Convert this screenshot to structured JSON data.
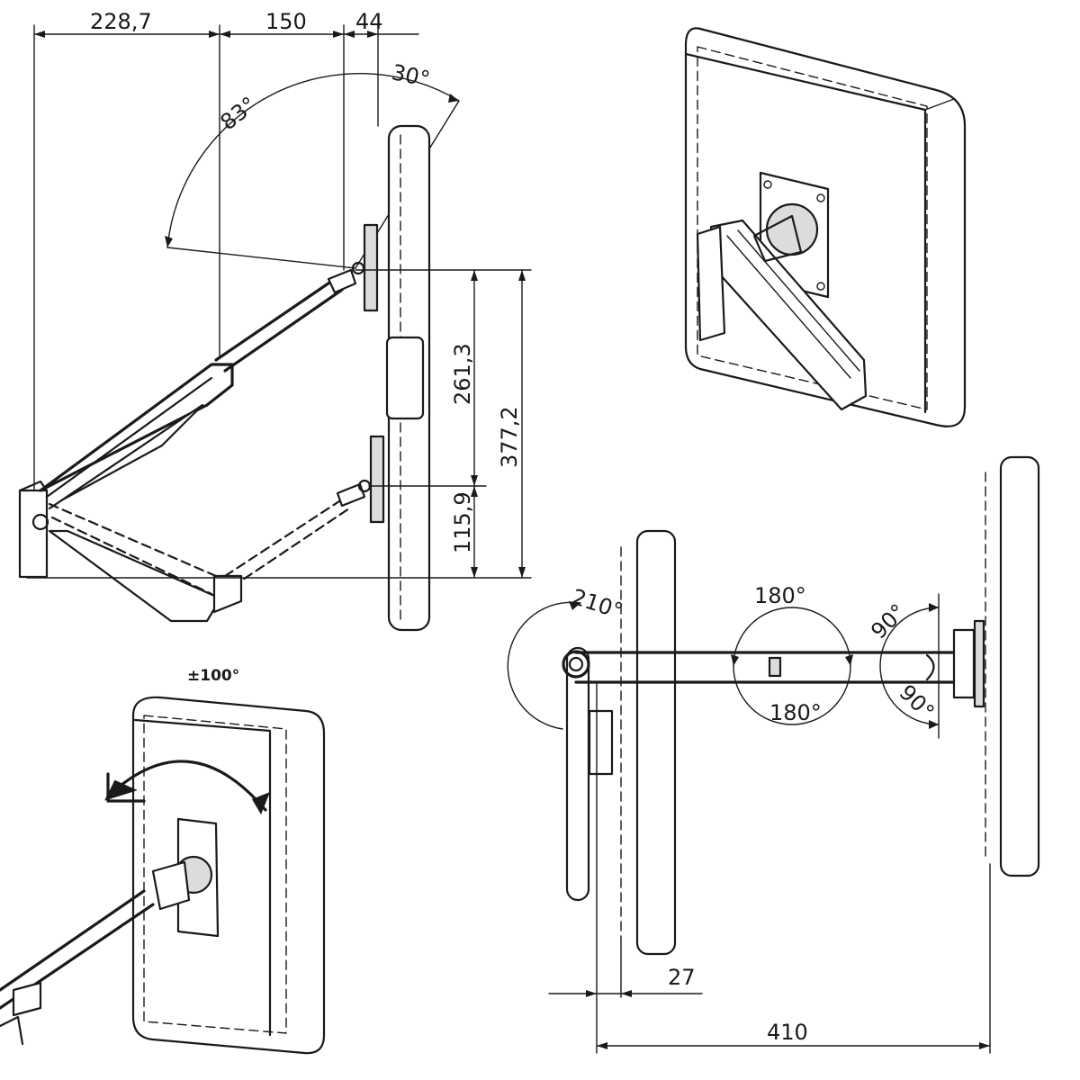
{
  "dimensions": {
    "side_width_1": "228,7",
    "side_width_2": "150",
    "side_width_3": "44",
    "tilt_down_angle": "30°",
    "tilt_up_angle": "83°",
    "height_travel": "261,3",
    "height_total": "377,2",
    "height_lower": "115,9",
    "rotation_label": "±100°",
    "swivel_base": "210°",
    "swivel_mid_top": "180°",
    "swivel_mid_bottom": "180°",
    "swivel_head_top": "90°",
    "swivel_head_bottom": "90°",
    "depth_min": "27",
    "reach_max": "410"
  }
}
